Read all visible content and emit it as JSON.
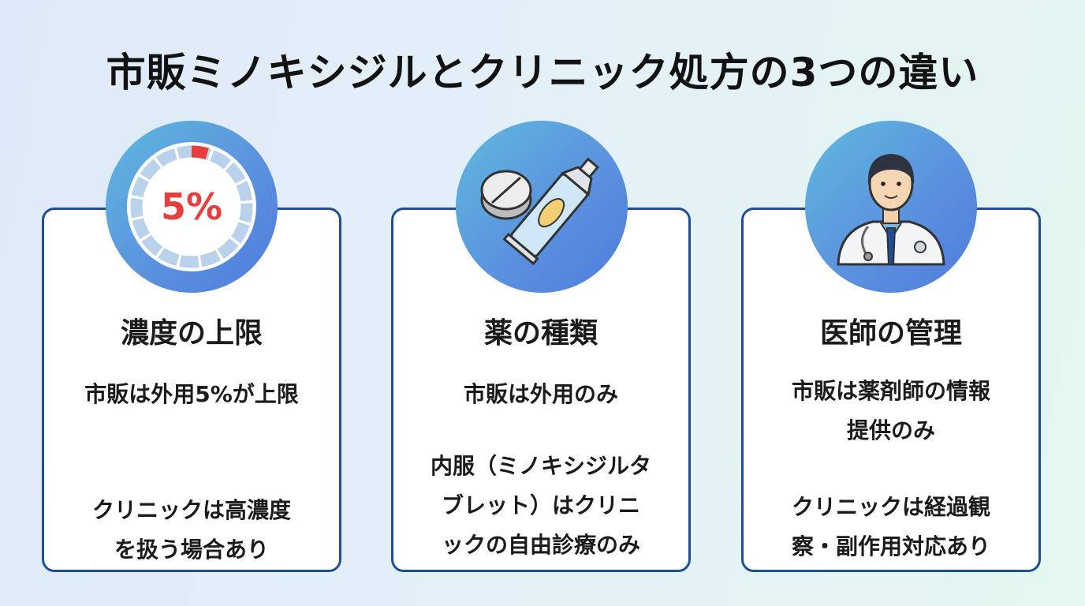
{
  "title": "市販ミノキシジルとクリニック処方の3つの違い",
  "cards": [
    {
      "icon": "concentration-gauge-icon",
      "badge_text": "5%",
      "heading": "濃度の上限",
      "text1": "市販は外用5%が上限",
      "text2": "クリニックは高濃度\nを扱う場合あり"
    },
    {
      "icon": "pill-and-cream-tube-icon",
      "heading": "薬の種類",
      "text1": "市販は外用のみ",
      "text2": "内服（ミノキシジルタ\nブレット）はクリニ\nックの自由診療のみ"
    },
    {
      "icon": "doctor-icon",
      "heading": "医師の管理",
      "text1": "市販は薬剤師の情報\n提供のみ",
      "text2": "クリニックは経過観\n察・副作用対応あり"
    }
  ],
  "colors": {
    "card_border": "#1f4e97",
    "accent_red": "#e63d3d",
    "badge_blue": "#5a8fde"
  }
}
